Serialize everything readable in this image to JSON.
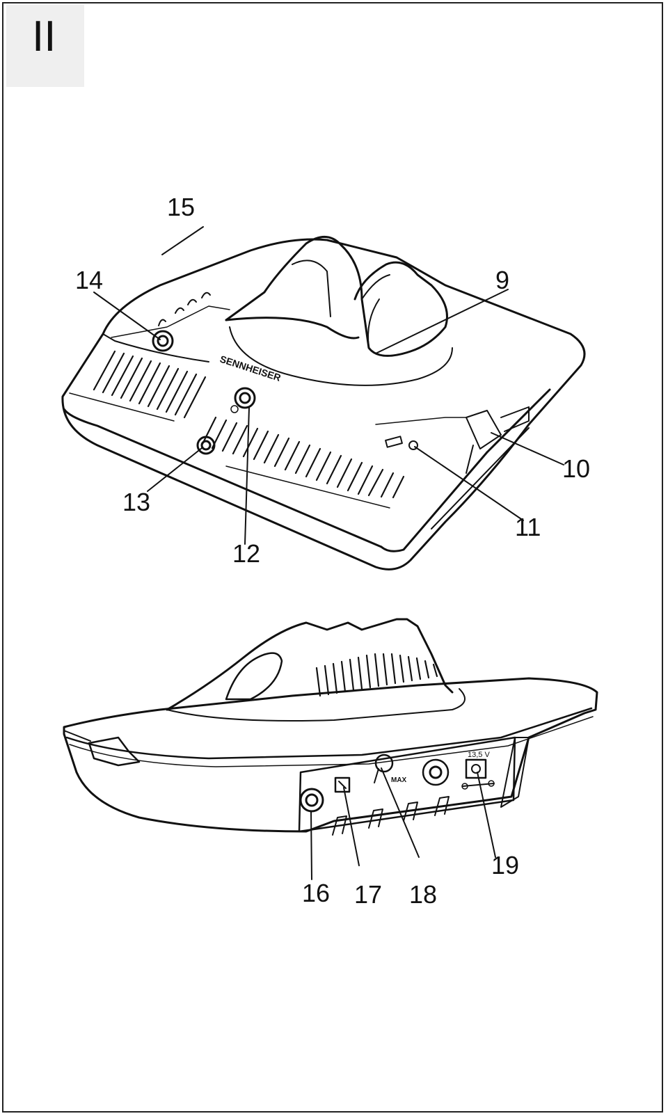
{
  "section": {
    "label": "II"
  },
  "brand": {
    "text": "SENNHEISER"
  },
  "callouts": [
    {
      "id": "c15",
      "text": "15"
    },
    {
      "id": "c14",
      "text": "14"
    },
    {
      "id": "c9",
      "text": "9"
    },
    {
      "id": "c10",
      "text": "10"
    },
    {
      "id": "c11",
      "text": "11"
    },
    {
      "id": "c13",
      "text": "13"
    },
    {
      "id": "c12",
      "text": "12"
    },
    {
      "id": "c19",
      "text": "19"
    },
    {
      "id": "c16",
      "text": "16"
    },
    {
      "id": "c17",
      "text": "17"
    },
    {
      "id": "c18",
      "text": "18"
    }
  ],
  "rear_panel": {
    "voltage": "13,5 V",
    "max_label": "MAX"
  }
}
